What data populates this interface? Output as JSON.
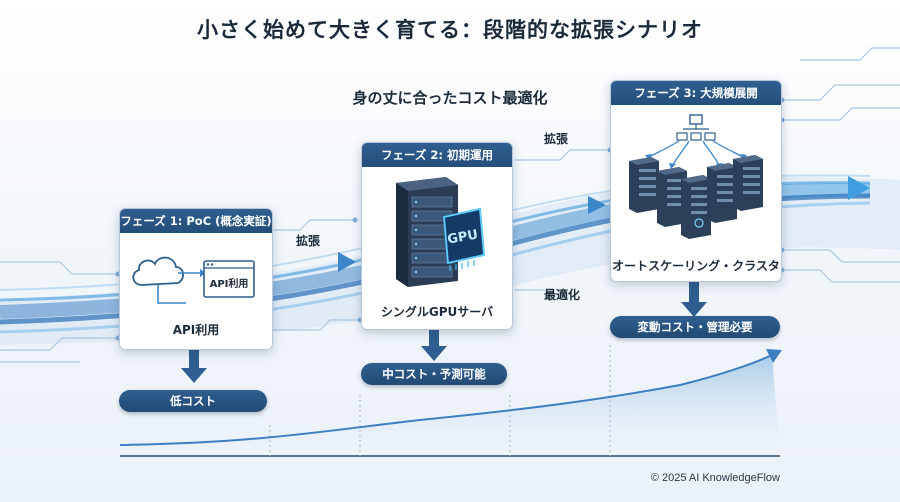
{
  "title": "小さく始めて大きく育てる：段階的な拡張シナリオ",
  "subtitle": "身の丈に合ったコスト最適化",
  "phases": [
    {
      "header": "フェーズ 1: PoC (概念実証)",
      "inner_label": "API利用",
      "caption": "API利用",
      "cost": "低コスト",
      "icon": "cloud-api-icon"
    },
    {
      "header": "フェーズ 2: 初期運用",
      "inner_label": "GPU",
      "caption": "シングルGPUサーバ",
      "cost": "中コスト・予測可能",
      "icon": "gpu-server-icon"
    },
    {
      "header": "フェーズ 3: 大規模展開",
      "caption": "オートスケーリング・クラスタ",
      "cost": "変動コスト・管理必要",
      "icon": "server-cluster-icon"
    }
  ],
  "transitions": {
    "expand_1": "拡張",
    "expand_2": "拡張",
    "optimize": "最適化"
  },
  "footer": "© 2025 AI KnowledgeFlow",
  "colors": {
    "navy": "#244e7a",
    "flow_blue": "#3d86c9",
    "accent_cyan": "#3fb6f0"
  }
}
